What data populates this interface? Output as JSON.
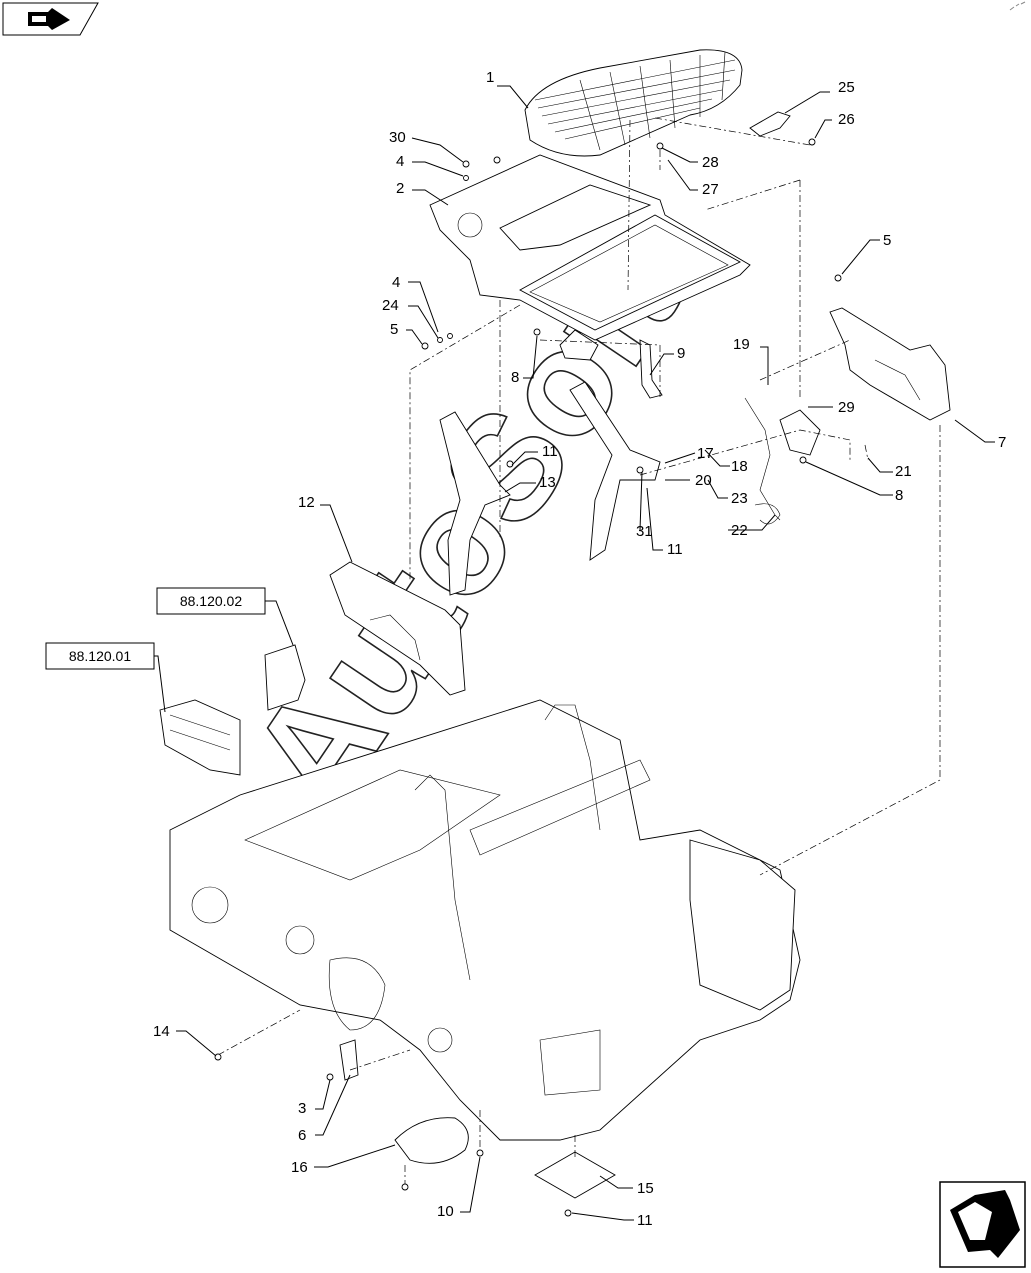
{
  "watermark": "AutoSoft",
  "references": [
    {
      "id": "ref-88-120-02",
      "label": "88.120.02"
    },
    {
      "id": "ref-88-120-01",
      "label": "88.120.01"
    }
  ],
  "callouts": [
    "1",
    "25",
    "26",
    "30",
    "4",
    "28",
    "2",
    "27",
    "5",
    "4",
    "24",
    "5",
    "9",
    "19",
    "8",
    "29",
    "7",
    "11",
    "17",
    "13",
    "18",
    "21",
    "20",
    "23",
    "8",
    "12",
    "22",
    "31",
    "11",
    "14",
    "3",
    "6",
    "16",
    "15",
    "10",
    "11"
  ],
  "nav": {
    "prev_icon": "prev-page-icon",
    "next_icon": "next-page-icon"
  }
}
